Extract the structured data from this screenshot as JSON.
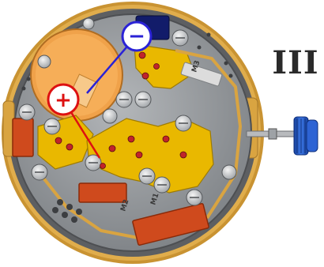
{
  "diagram": {
    "position_label": "III",
    "terminal_minus": "−",
    "terminal_plus": "+",
    "coil_labels": [
      "M1",
      "M2",
      "M3"
    ],
    "colors": {
      "gold_ring": "#d9a441",
      "plate": "#8c9094",
      "bridge": "#e9b800",
      "battery": "#f0a24a",
      "coil": "#d04a1c",
      "crown": "#1f57c8",
      "minus_line": "#2a22d6",
      "plus_line": "#dd1111"
    }
  }
}
